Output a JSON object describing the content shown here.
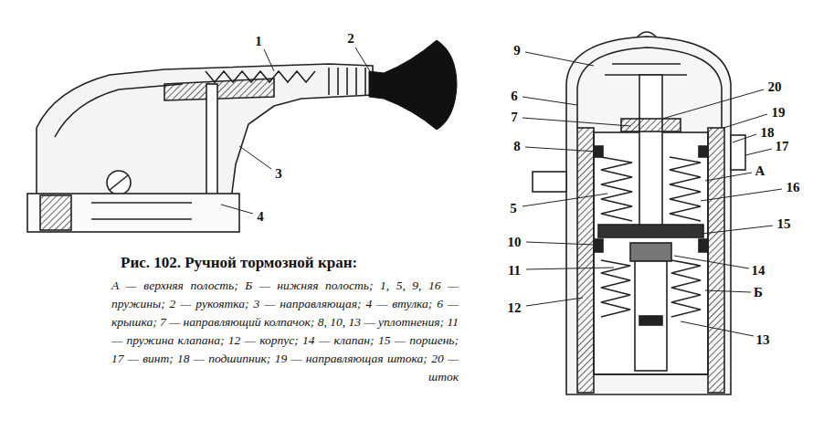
{
  "diagram": {
    "title": "Рис. 102. Ручной тормозной кран:",
    "caption": "А — верхняя полость; Б — нижняя полость; 1, 5, 9, 16 — пружины; 2 — рукоятка; 3 — направляющая; 4 — втулка; 6 — крышка; 7 — направляющий колпачок; 8, 10, 13 — уплотнения; 11 — пружина клапана; 12 — корпус; 14 — клапан; 15 — поршень; 17 — винт; 18 — подшипник; 19 — направляющая штока; 20 — шток",
    "labels": [
      "1",
      "2",
      "3",
      "4",
      "9",
      "6",
      "7",
      "8",
      "5",
      "10",
      "11",
      "12",
      "20",
      "19",
      "18",
      "17",
      "А",
      "16",
      "15",
      "14",
      "Б",
      "13"
    ]
  }
}
